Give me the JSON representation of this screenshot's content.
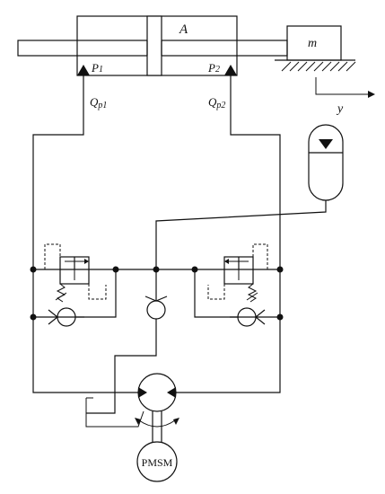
{
  "labels": {
    "area": "A",
    "mass": "m",
    "p1_main": "P",
    "p1_sub": "1",
    "p2_main": "P",
    "p2_sub": "2",
    "q1_main": "Q",
    "q1_sub": "p1",
    "q2_main": "Q",
    "q2_sub": "p2",
    "displacement": "y",
    "motor": "PMSM"
  },
  "icons": {
    "displacement": "arrow-right-icon",
    "ground": "hatched-ground-icon",
    "accumulator_level": "triangle-down-icon"
  }
}
